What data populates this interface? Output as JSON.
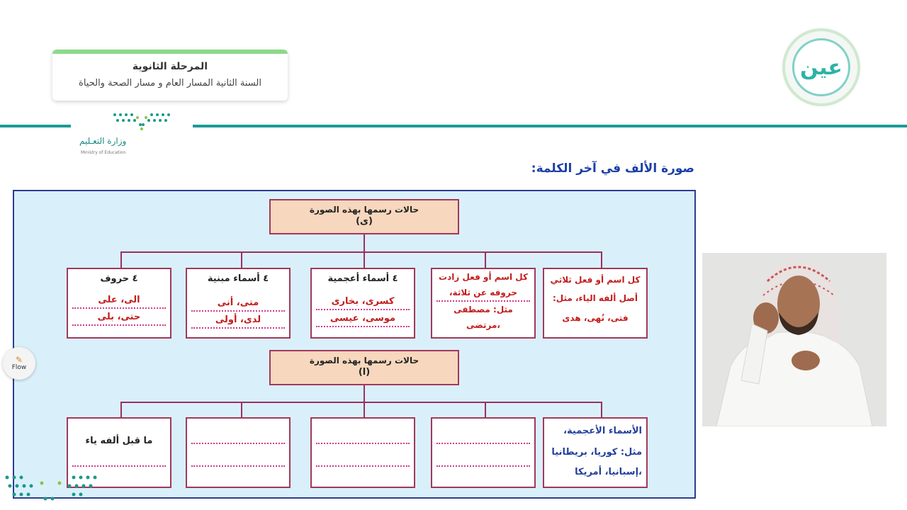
{
  "header": {
    "stage": "المرحلة الثانوية",
    "track": "السنة الثانية المسار العام و مسار الصحة والحياة"
  },
  "ministry": {
    "name_ar": "وزارة التعـليم",
    "name_en": "Ministry of Education"
  },
  "logo": {
    "text": "عين"
  },
  "lesson": {
    "heading": "صورة الألف في آخر الكلمة:"
  },
  "diagram": {
    "ya_header": {
      "title": "حالات رسمها بهذه الصورة",
      "symbol": "(ى)"
    },
    "ya_cases": [
      {
        "title": "",
        "lines": [
          "كل اسم أو فعل ثلاثي",
          "أصل ألفه الياء، مثل:",
          "فتى، نُهى، هدى"
        ]
      },
      {
        "title": "",
        "lines": [
          "كل اسم أو فعل زادت",
          "حروفه عن ثلاثة،",
          "مثل: مصطفى",
          "،مرتضى"
        ]
      },
      {
        "title": "٤ أسماء أعجمية",
        "lines": [
          "كسرى، بخارى",
          "موسى، عيسى"
        ]
      },
      {
        "title": "٤ أسماء مبنية",
        "lines": [
          "متى، أنى",
          "لدى، أولى"
        ]
      },
      {
        "title": "٤ حروف",
        "lines": [
          "الى، على",
          "حتى، بلى"
        ]
      }
    ],
    "alef_header": {
      "title": "حالات رسمها بهذه الصورة",
      "symbol": "(ا)"
    },
    "alef_cases": [
      {
        "lines": [
          "الأسماء الأعجمية،",
          "مثل: كوريا، بريطانيا",
          "،إسبانيا، أمريكا"
        ]
      },
      {
        "lines": []
      },
      {
        "lines": []
      },
      {
        "lines": []
      },
      {
        "lines": [
          "ما قبل ألفه ياء"
        ]
      }
    ]
  },
  "flow_button": {
    "label": "Flow"
  },
  "colors": {
    "teal": "#1c9a97",
    "panel": "#d9f0fa",
    "box_border": "#a3385a",
    "header_fill": "#f7d7bd",
    "heading_blue": "#1c3fa8",
    "red_text": "#c41c1c"
  }
}
